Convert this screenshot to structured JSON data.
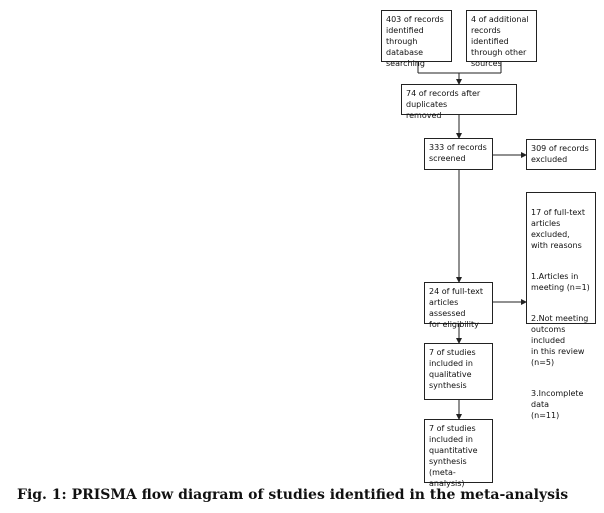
{
  "boxes": {
    "identified_db": "403 of records\nidentified through\ndatabase\nsearching",
    "identified_other": "4 of additional\nrecords identified\nthrough other\nsources",
    "after_duplicates": "74 of records after duplicates\nremoved",
    "screened": "333 of records\nscreened",
    "excluded": "309 of records\nexcluded",
    "fulltext_excluded_head": "17 of full-text\narticles excluded,\nwith reasons",
    "reason_1": "1.Articles in\nmeeting   (n=1)",
    "reason_2": "2.Not meeting\noutcoms included\nin this review (n=5)",
    "reason_3": "3.Incomplete data\n(n=11)",
    "eligibility": "24 of full-text\narticles assessed\nfor eligibility",
    "qualitative": "7 of studies\nincluded in\nqualitative\nsynthesis",
    "quantitative": "7 of studies\nincluded in\nquantitative\nsynthesis\n(meta-analysis)"
  },
  "caption": "Fig. 1: PRISMA flow diagram of studies identified in the meta-analysis"
}
